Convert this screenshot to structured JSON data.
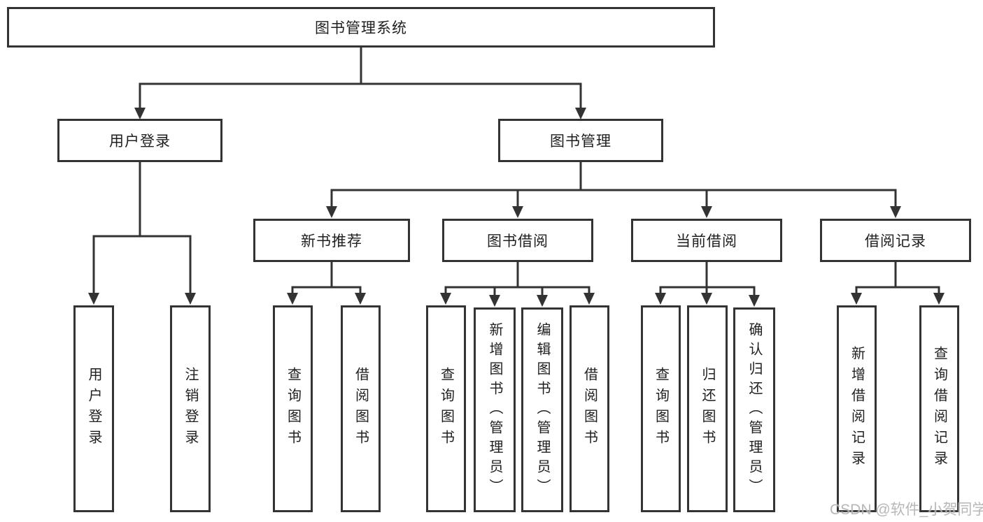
{
  "diagram": {
    "title": "图书管理系统",
    "branches": [
      {
        "label": "用户登录",
        "children": [
          {
            "label": "用户登录"
          },
          {
            "label": "注销登录"
          }
        ]
      },
      {
        "label": "图书管理",
        "children": [
          {
            "label": "新书推荐",
            "children": [
              {
                "label": "查询图书"
              },
              {
                "label": "借阅图书"
              }
            ]
          },
          {
            "label": "图书借阅",
            "children": [
              {
                "label": "查询图书"
              },
              {
                "label": "新增图书（管理员）"
              },
              {
                "label": "编辑图书（管理员）"
              },
              {
                "label": "借阅图书"
              }
            ]
          },
          {
            "label": "当前借阅",
            "children": [
              {
                "label": "查询图书"
              },
              {
                "label": "归还图书"
              },
              {
                "label": "确认归还（管理员）"
              }
            ]
          },
          {
            "label": "借阅记录",
            "children": [
              {
                "label": "新增借阅记录"
              },
              {
                "label": "查询借阅记录"
              }
            ]
          }
        ]
      }
    ]
  },
  "watermark": {
    "text": "CSDN @软件_小贺同学"
  },
  "colors": {
    "line": "#333333",
    "text": "#1f1f1f",
    "background": "#ffffff",
    "watermark": "#aaaaaa"
  }
}
